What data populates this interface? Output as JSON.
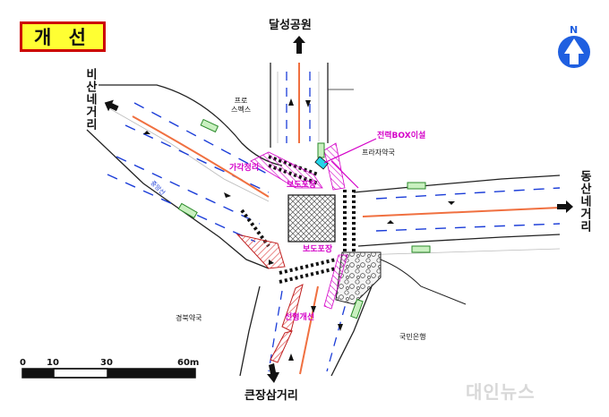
{
  "title": "개 선",
  "north_label": "N",
  "directions": {
    "north": "달성공원",
    "south": "큰장삼거리",
    "west": "비산네거리",
    "east": "동산네거리"
  },
  "places": {
    "top_left": "프로\n스펙스",
    "top_right": "프라자약국",
    "bottom_left": "경북약국",
    "bottom_right": "국민은행",
    "road_marking": "중앙선"
  },
  "annotations": {
    "signal_control": "전력BOX이설",
    "corner_cut": "가각정리",
    "sidewalk_paving_1": "보도포장",
    "sidewalk_paving_2": "보도포장",
    "channelization": "선형개선"
  },
  "scale": {
    "ticks": [
      "0",
      "10",
      "30",
      "60m"
    ]
  },
  "watermark": "대인뉴스",
  "colors": {
    "title_fill": "#ffff33",
    "title_border": "#cc0000",
    "annotation": "#d400c8",
    "centerline": "#f07040",
    "lane_marking": "#1a3cd8",
    "north_arrow": "#1f5fe0"
  }
}
